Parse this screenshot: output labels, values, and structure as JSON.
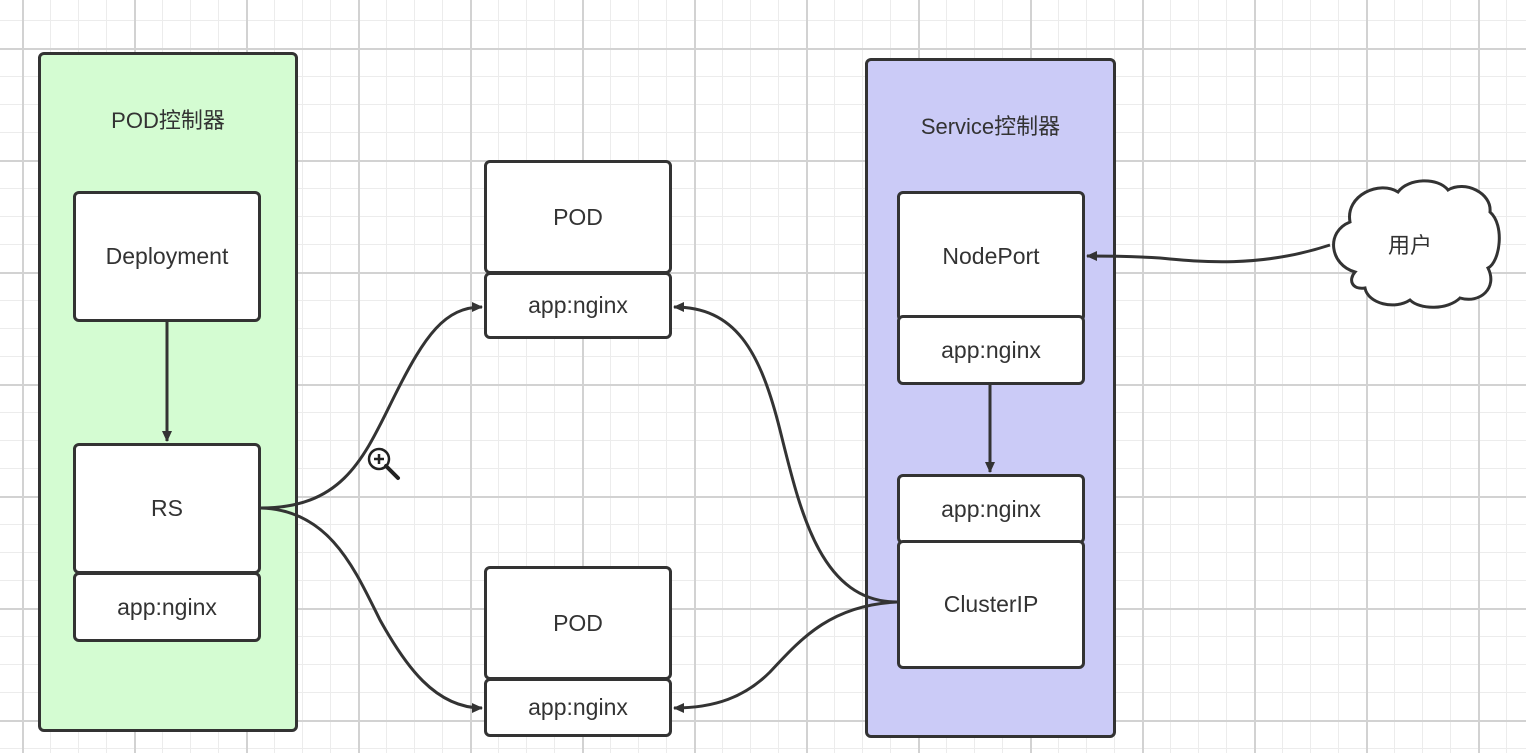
{
  "diagram": {
    "pod_controller": {
      "title": "POD控制器",
      "deployment": "Deployment",
      "rs": "RS",
      "rs_label": "app:nginx"
    },
    "pods": [
      {
        "name": "POD",
        "label": "app:nginx"
      },
      {
        "name": "POD",
        "label": "app:nginx"
      }
    ],
    "service_controller": {
      "title": "Service控制器",
      "nodeport": "NodePort",
      "nodeport_label": "app:nginx",
      "clusterip_label": "app:nginx",
      "clusterip": "ClusterIP"
    },
    "user": "用户"
  },
  "colors": {
    "pod_controller_fill": "#d4fcd2",
    "service_controller_fill": "#cbcbf7",
    "stroke": "#333333",
    "node_fill": "#ffffff"
  },
  "icons": {
    "cursor": "zoom-in-cursor-icon"
  }
}
